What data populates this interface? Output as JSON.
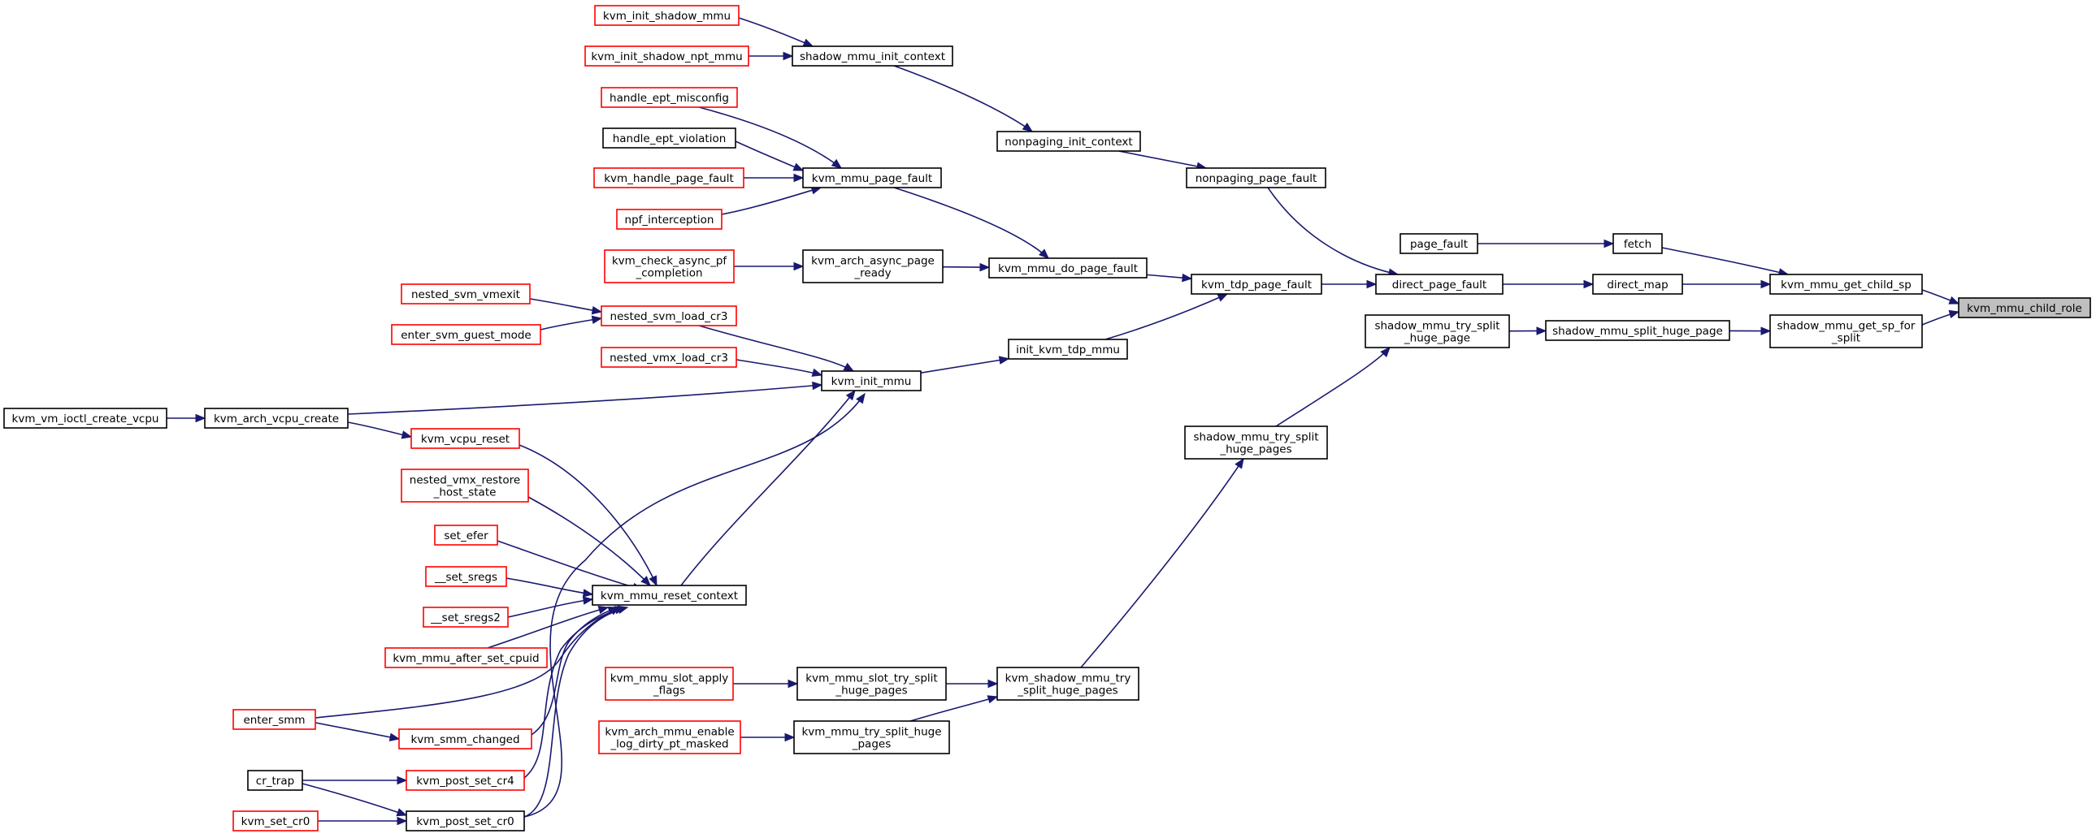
{
  "graph": {
    "nodes": [
      {
        "id": "kvm_mmu_child_role",
        "lines": [
          "kvm_mmu_child_role"
        ],
        "color": "root"
      },
      {
        "id": "kvm_mmu_get_child_sp",
        "lines": [
          "kvm_mmu_get_child_sp"
        ],
        "color": "black"
      },
      {
        "id": "shadow_mmu_get_sp_for_split",
        "lines": [
          "shadow_mmu_get_sp_for",
          "_split"
        ],
        "color": "black"
      },
      {
        "id": "fetch",
        "lines": [
          "fetch"
        ],
        "color": "black"
      },
      {
        "id": "direct_map",
        "lines": [
          "direct_map"
        ],
        "color": "black"
      },
      {
        "id": "shadow_mmu_split_huge_page",
        "lines": [
          "shadow_mmu_split_huge_page"
        ],
        "color": "black"
      },
      {
        "id": "page_fault",
        "lines": [
          "page_fault"
        ],
        "color": "black"
      },
      {
        "id": "direct_page_fault",
        "lines": [
          "direct_page_fault"
        ],
        "color": "black"
      },
      {
        "id": "shadow_mmu_try_split_huge_page",
        "lines": [
          "shadow_mmu_try_split",
          "_huge_page"
        ],
        "color": "black"
      },
      {
        "id": "nonpaging_page_fault",
        "lines": [
          "nonpaging_page_fault"
        ],
        "color": "black"
      },
      {
        "id": "kvm_tdp_page_fault",
        "lines": [
          "kvm_tdp_page_fault"
        ],
        "color": "black"
      },
      {
        "id": "shadow_mmu_try_split_huge_pages",
        "lines": [
          "shadow_mmu_try_split",
          "_huge_pages"
        ],
        "color": "black"
      },
      {
        "id": "nonpaging_init_context",
        "lines": [
          "nonpaging_init_context"
        ],
        "color": "black"
      },
      {
        "id": "kvm_mmu_do_page_fault",
        "lines": [
          "kvm_mmu_do_page_fault"
        ],
        "color": "black"
      },
      {
        "id": "init_kvm_tdp_mmu",
        "lines": [
          "init_kvm_tdp_mmu"
        ],
        "color": "black"
      },
      {
        "id": "kvm_shadow_mmu_try_split_huge_pages",
        "lines": [
          "kvm_shadow_mmu_try",
          "_split_huge_pages"
        ],
        "color": "black"
      },
      {
        "id": "shadow_mmu_init_context",
        "lines": [
          "shadow_mmu_init_context"
        ],
        "color": "black"
      },
      {
        "id": "kvm_mmu_page_fault",
        "lines": [
          "kvm_mmu_page_fault"
        ],
        "color": "black"
      },
      {
        "id": "kvm_arch_async_page_ready",
        "lines": [
          "kvm_arch_async_page",
          "_ready"
        ],
        "color": "black"
      },
      {
        "id": "kvm_init_mmu",
        "lines": [
          "kvm_init_mmu"
        ],
        "color": "black"
      },
      {
        "id": "kvm_mmu_reset_context",
        "lines": [
          "kvm_mmu_reset_context"
        ],
        "color": "black"
      },
      {
        "id": "kvm_mmu_slot_try_split_huge_pages",
        "lines": [
          "kvm_mmu_slot_try_split",
          "_huge_pages"
        ],
        "color": "black"
      },
      {
        "id": "kvm_mmu_try_split_huge_pages",
        "lines": [
          "kvm_mmu_try_split_huge",
          "_pages"
        ],
        "color": "black"
      },
      {
        "id": "kvm_init_shadow_mmu",
        "lines": [
          "kvm_init_shadow_mmu"
        ],
        "color": "red"
      },
      {
        "id": "kvm_init_shadow_npt_mmu",
        "lines": [
          "kvm_init_shadow_npt_mmu"
        ],
        "color": "red"
      },
      {
        "id": "handle_ept_misconfig",
        "lines": [
          "handle_ept_misconfig"
        ],
        "color": "red"
      },
      {
        "id": "handle_ept_violation",
        "lines": [
          "handle_ept_violation"
        ],
        "color": "black"
      },
      {
        "id": "kvm_handle_page_fault",
        "lines": [
          "kvm_handle_page_fault"
        ],
        "color": "red"
      },
      {
        "id": "npf_interception",
        "lines": [
          "npf_interception"
        ],
        "color": "red"
      },
      {
        "id": "kvm_check_async_pf_completion",
        "lines": [
          "kvm_check_async_pf",
          "_completion"
        ],
        "color": "red"
      },
      {
        "id": "nested_svm_load_cr3",
        "lines": [
          "nested_svm_load_cr3"
        ],
        "color": "red"
      },
      {
        "id": "nested_vmx_load_cr3",
        "lines": [
          "nested_vmx_load_cr3"
        ],
        "color": "red"
      },
      {
        "id": "kvm_arch_vcpu_create",
        "lines": [
          "kvm_arch_vcpu_create"
        ],
        "color": "black"
      },
      {
        "id": "kvm_vcpu_reset",
        "lines": [
          "kvm_vcpu_reset"
        ],
        "color": "red"
      },
      {
        "id": "nested_vmx_restore_host_state",
        "lines": [
          "nested_vmx_restore",
          "_host_state"
        ],
        "color": "red"
      },
      {
        "id": "set_efer",
        "lines": [
          "set_efer"
        ],
        "color": "red"
      },
      {
        "id": "__set_sregs",
        "lines": [
          "__set_sregs"
        ],
        "color": "red"
      },
      {
        "id": "__set_sregs2",
        "lines": [
          "__set_sregs2"
        ],
        "color": "red"
      },
      {
        "id": "kvm_mmu_after_set_cpuid",
        "lines": [
          "kvm_mmu_after_set_cpuid"
        ],
        "color": "red"
      },
      {
        "id": "kvm_smm_changed",
        "lines": [
          "kvm_smm_changed"
        ],
        "color": "red"
      },
      {
        "id": "kvm_post_set_cr4",
        "lines": [
          "kvm_post_set_cr4"
        ],
        "color": "red"
      },
      {
        "id": "kvm_post_set_cr0",
        "lines": [
          "kvm_post_set_cr0"
        ],
        "color": "black"
      },
      {
        "id": "kvm_mmu_slot_apply_flags",
        "lines": [
          "kvm_mmu_slot_apply",
          "_flags"
        ],
        "color": "red"
      },
      {
        "id": "kvm_arch_mmu_enable_log_dirty_pt_masked",
        "lines": [
          "kvm_arch_mmu_enable",
          "_log_dirty_pt_masked"
        ],
        "color": "red"
      },
      {
        "id": "nested_svm_vmexit",
        "lines": [
          "nested_svm_vmexit"
        ],
        "color": "red"
      },
      {
        "id": "enter_svm_guest_mode",
        "lines": [
          "enter_svm_guest_mode"
        ],
        "color": "red"
      },
      {
        "id": "kvm_vm_ioctl_create_vcpu",
        "lines": [
          "kvm_vm_ioctl_create_vcpu"
        ],
        "color": "black"
      },
      {
        "id": "enter_smm",
        "lines": [
          "enter_smm"
        ],
        "color": "red"
      },
      {
        "id": "cr_trap",
        "lines": [
          "cr_trap"
        ],
        "color": "black"
      },
      {
        "id": "kvm_set_cr0",
        "lines": [
          "kvm_set_cr0"
        ],
        "color": "red"
      }
    ],
    "edges": [
      {
        "from": "kvm_mmu_get_child_sp",
        "to": "kvm_mmu_child_role"
      },
      {
        "from": "shadow_mmu_get_sp_for_split",
        "to": "kvm_mmu_child_role"
      },
      {
        "from": "fetch",
        "to": "kvm_mmu_get_child_sp"
      },
      {
        "from": "direct_map",
        "to": "kvm_mmu_get_child_sp"
      },
      {
        "from": "shadow_mmu_split_huge_page",
        "to": "shadow_mmu_get_sp_for_split"
      },
      {
        "from": "page_fault",
        "to": "fetch"
      },
      {
        "from": "direct_page_fault",
        "to": "direct_map"
      },
      {
        "from": "shadow_mmu_try_split_huge_page",
        "to": "shadow_mmu_split_huge_page"
      },
      {
        "from": "nonpaging_page_fault",
        "to": "direct_page_fault"
      },
      {
        "from": "kvm_tdp_page_fault",
        "to": "direct_page_fault"
      },
      {
        "from": "shadow_mmu_try_split_huge_pages",
        "to": "shadow_mmu_try_split_huge_page"
      },
      {
        "from": "nonpaging_init_context",
        "to": "nonpaging_page_fault"
      },
      {
        "from": "kvm_mmu_do_page_fault",
        "to": "kvm_tdp_page_fault"
      },
      {
        "from": "init_kvm_tdp_mmu",
        "to": "kvm_tdp_page_fault"
      },
      {
        "from": "kvm_shadow_mmu_try_split_huge_pages",
        "to": "shadow_mmu_try_split_huge_pages"
      },
      {
        "from": "shadow_mmu_init_context",
        "to": "nonpaging_init_context"
      },
      {
        "from": "kvm_mmu_page_fault",
        "to": "kvm_mmu_do_page_fault"
      },
      {
        "from": "kvm_arch_async_page_ready",
        "to": "kvm_mmu_do_page_fault"
      },
      {
        "from": "kvm_init_mmu",
        "to": "init_kvm_tdp_mmu"
      },
      {
        "from": "kvm_mmu_slot_try_split_huge_pages",
        "to": "kvm_shadow_mmu_try_split_huge_pages"
      },
      {
        "from": "kvm_mmu_try_split_huge_pages",
        "to": "kvm_shadow_mmu_try_split_huge_pages"
      },
      {
        "from": "kvm_init_shadow_mmu",
        "to": "shadow_mmu_init_context"
      },
      {
        "from": "kvm_init_shadow_npt_mmu",
        "to": "shadow_mmu_init_context"
      },
      {
        "from": "handle_ept_misconfig",
        "to": "kvm_mmu_page_fault"
      },
      {
        "from": "handle_ept_violation",
        "to": "kvm_mmu_page_fault"
      },
      {
        "from": "kvm_handle_page_fault",
        "to": "kvm_mmu_page_fault"
      },
      {
        "from": "npf_interception",
        "to": "kvm_mmu_page_fault"
      },
      {
        "from": "kvm_check_async_pf_completion",
        "to": "kvm_arch_async_page_ready"
      },
      {
        "from": "nested_svm_load_cr3",
        "to": "kvm_init_mmu"
      },
      {
        "from": "nested_vmx_load_cr3",
        "to": "kvm_init_mmu"
      },
      {
        "from": "kvm_arch_vcpu_create",
        "to": "kvm_init_mmu"
      },
      {
        "from": "kvm_mmu_reset_context",
        "to": "kvm_init_mmu"
      },
      {
        "from": "kvm_post_set_cr0",
        "to": "kvm_init_mmu"
      },
      {
        "from": "nested_svm_vmexit",
        "to": "nested_svm_load_cr3"
      },
      {
        "from": "enter_svm_guest_mode",
        "to": "nested_svm_load_cr3"
      },
      {
        "from": "kvm_vm_ioctl_create_vcpu",
        "to": "kvm_arch_vcpu_create"
      },
      {
        "from": "kvm_arch_vcpu_create",
        "to": "kvm_vcpu_reset"
      },
      {
        "from": "kvm_vcpu_reset",
        "to": "kvm_mmu_reset_context"
      },
      {
        "from": "nested_vmx_restore_host_state",
        "to": "kvm_mmu_reset_context"
      },
      {
        "from": "set_efer",
        "to": "kvm_mmu_reset_context"
      },
      {
        "from": "__set_sregs",
        "to": "kvm_mmu_reset_context"
      },
      {
        "from": "__set_sregs2",
        "to": "kvm_mmu_reset_context"
      },
      {
        "from": "kvm_mmu_after_set_cpuid",
        "to": "kvm_mmu_reset_context"
      },
      {
        "from": "enter_smm",
        "to": "kvm_mmu_reset_context"
      },
      {
        "from": "kvm_smm_changed",
        "to": "kvm_mmu_reset_context"
      },
      {
        "from": "kvm_post_set_cr4",
        "to": "kvm_mmu_reset_context"
      },
      {
        "from": "kvm_post_set_cr0",
        "to": "kvm_mmu_reset_context"
      },
      {
        "from": "enter_smm",
        "to": "kvm_smm_changed"
      },
      {
        "from": "cr_trap",
        "to": "kvm_post_set_cr4"
      },
      {
        "from": "cr_trap",
        "to": "kvm_post_set_cr0"
      },
      {
        "from": "kvm_set_cr0",
        "to": "kvm_post_set_cr0"
      },
      {
        "from": "kvm_mmu_slot_apply_flags",
        "to": "kvm_mmu_slot_try_split_huge_pages"
      },
      {
        "from": "kvm_arch_mmu_enable_log_dirty_pt_masked",
        "to": "kvm_mmu_try_split_huge_pages"
      }
    ]
  }
}
